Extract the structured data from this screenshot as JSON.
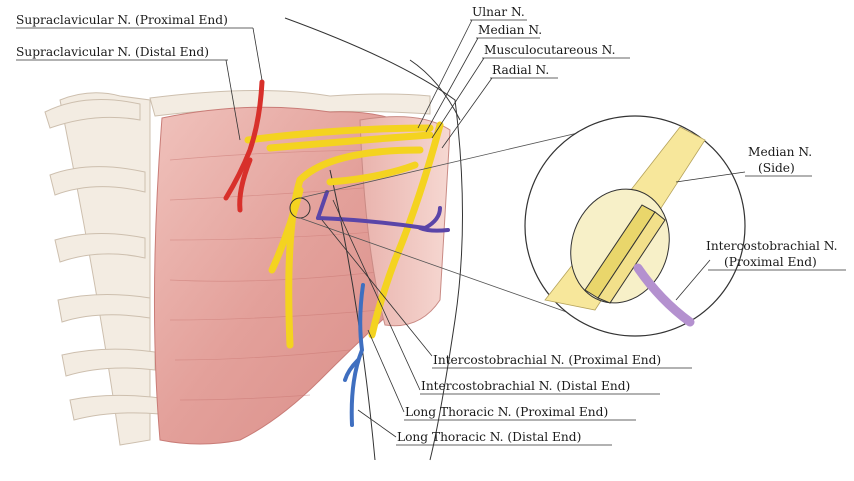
{
  "labels": {
    "supraclavicular_proximal": "Supraclavicular N. (Proximal End)",
    "supraclavicular_distal": "Supraclavicular N. (Distal End)",
    "ulnar": "Ulnar N.",
    "median": "Median N.",
    "musculocutaneous": "Musculocutareous N.",
    "radial": "Radial N.",
    "median_side_line1": "Median N.",
    "median_side_line2": "(Side)",
    "intercostobrachial_inset_line1": "Intercostobrachial N.",
    "intercostobrachial_inset_line2": "(Proximal End)",
    "intercostobrachial_proximal": "Intercostobrachial N. (Proximal End)",
    "intercostobrachial_distal": "Intercostobrachial N. (Distal End)",
    "long_thoracic_proximal": "Long Thoracic N. (Proximal End)",
    "long_thoracic_distal": "Long Thoracic N. (Distal End)"
  },
  "colors": {
    "background": "#ffffff",
    "bone": "#f3ece2",
    "muscle": "#e7a7a1",
    "muscle_dark": "#c96f6c",
    "nerve_brachial": "#f4d320",
    "nerve_supraclavicular": "#d8302b",
    "nerve_intercostobrachial": "#5a45a8",
    "nerve_long_thoracic": "#3f6fc0",
    "nerve_inset_purple": "#b491cf",
    "inset_fill": "#f7f0c8"
  }
}
